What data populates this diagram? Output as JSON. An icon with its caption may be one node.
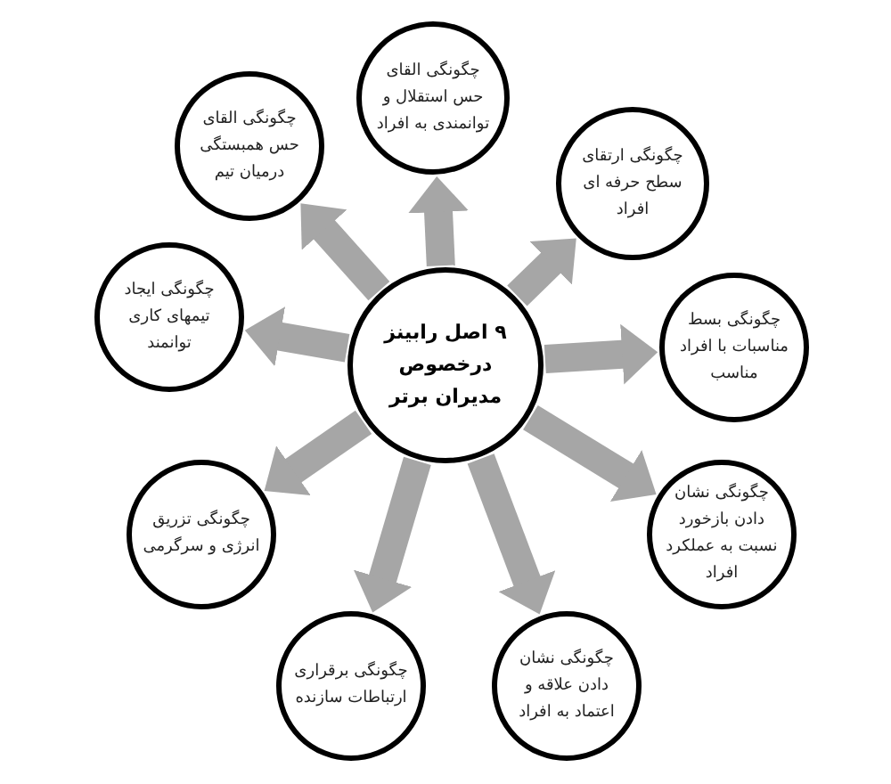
{
  "diagram": {
    "nodes": [
      {
        "text": [
          "۹ اصل رابینز درخصوص مدیران برتر"
        ]
      },
      {
        "text": [
          "چگونگی القای حس استقلال و توانمندی به افراد"
        ]
      },
      {
        "text": [
          "چگونگی ارتقای سطح حرفه ای افراد"
        ]
      },
      {
        "text": [
          "چگونگی بسط مناسبات با افراد مناسب"
        ]
      },
      {
        "text": [
          "چگونگی نشان دادن بازخورد نسبت به عملکرد افراد"
        ]
      },
      {
        "text": [
          "چگونگی نشان دادن علاقه و اعتماد به افراد"
        ]
      },
      {
        "text": [
          "چگونگی برقراری ارتباطات سازنده"
        ]
      },
      {
        "text": [
          "چگونگی تزریق انرژی و سرگرمی"
        ]
      },
      {
        "text": [
          "چگونگی ایجاد تیمهای کاری توانمند"
        ]
      },
      {
        "text": [
          "چگونگی القای حس همبستگی درمیان تیم"
        ]
      }
    ],
    "edges": [
      {
        "from": 0,
        "to": 1,
        "arrow": "to"
      },
      {
        "from": 0,
        "to": 2,
        "arrow": "to"
      },
      {
        "from": 0,
        "to": 3,
        "arrow": "to"
      },
      {
        "from": 0,
        "to": 4,
        "arrow": "to"
      },
      {
        "from": 0,
        "to": 5,
        "arrow": "to"
      },
      {
        "from": 0,
        "to": 6,
        "arrow": "to"
      },
      {
        "from": 0,
        "to": 7,
        "arrow": "to"
      },
      {
        "from": 0,
        "to": 8,
        "arrow": "to"
      },
      {
        "from": 0,
        "to": 9,
        "arrow": "to"
      }
    ]
  }
}
